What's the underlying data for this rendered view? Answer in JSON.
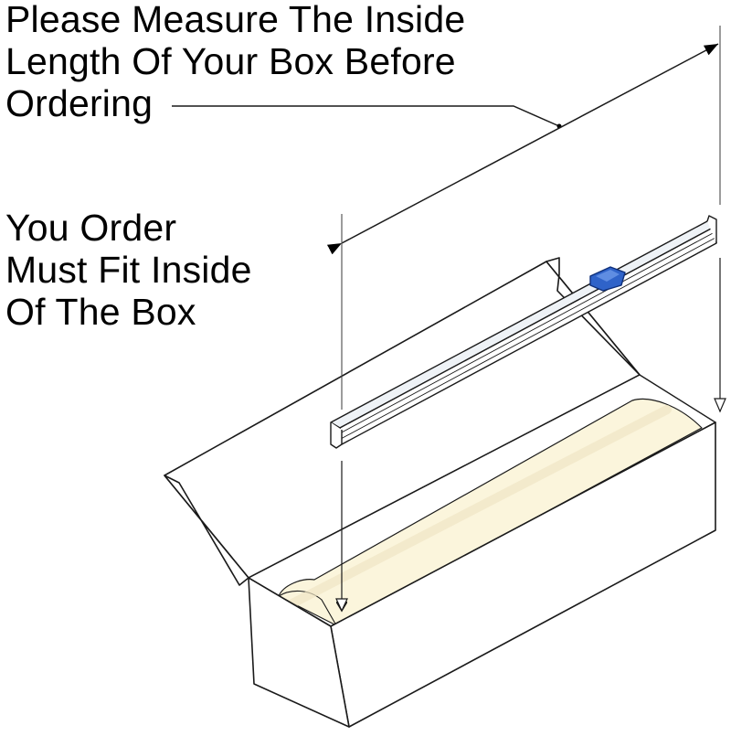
{
  "instructions": {
    "measure_lines": [
      "Please Measure The Inside",
      "Length Of Your Box Before",
      "Ordering"
    ],
    "fit_lines": [
      "You Order",
      "Must Fit Inside",
      "Of The Box"
    ]
  },
  "colors": {
    "background": "#ffffff",
    "outline": "#1a1a1a",
    "roll": "#fbf5dc",
    "roll_shadow": "#efe6c4",
    "cutter_slider": "#2f63c9",
    "cutter_rail": "#eef2f6"
  },
  "icons": {
    "slider": "blue-slider-cutter-icon",
    "arrowheads": "arrowhead-icon"
  }
}
